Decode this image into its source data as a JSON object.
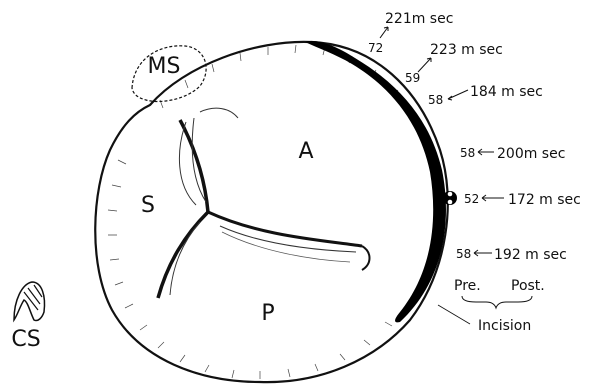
{
  "colors": {
    "ink": "#111111",
    "paper": "#ffffff",
    "incision": "#000000"
  },
  "regions": {
    "ms": "MS",
    "anterior": "A",
    "septal": "S",
    "posterior": "P",
    "coronary_sinus": "CS"
  },
  "measurements": [
    {
      "ms_value": "221m sec",
      "index": "72"
    },
    {
      "ms_value": "223 m sec",
      "index": "59"
    },
    {
      "ms_value": "184 m sec",
      "index": "58"
    },
    {
      "ms_value": "200m sec",
      "index": "58"
    },
    {
      "ms_value": "172 m sec",
      "index": "52"
    },
    {
      "ms_value": "192 m sec",
      "index": "58"
    }
  ],
  "incision_legend": {
    "pre": "Pre.",
    "post": "Post.",
    "label": "Incision"
  }
}
